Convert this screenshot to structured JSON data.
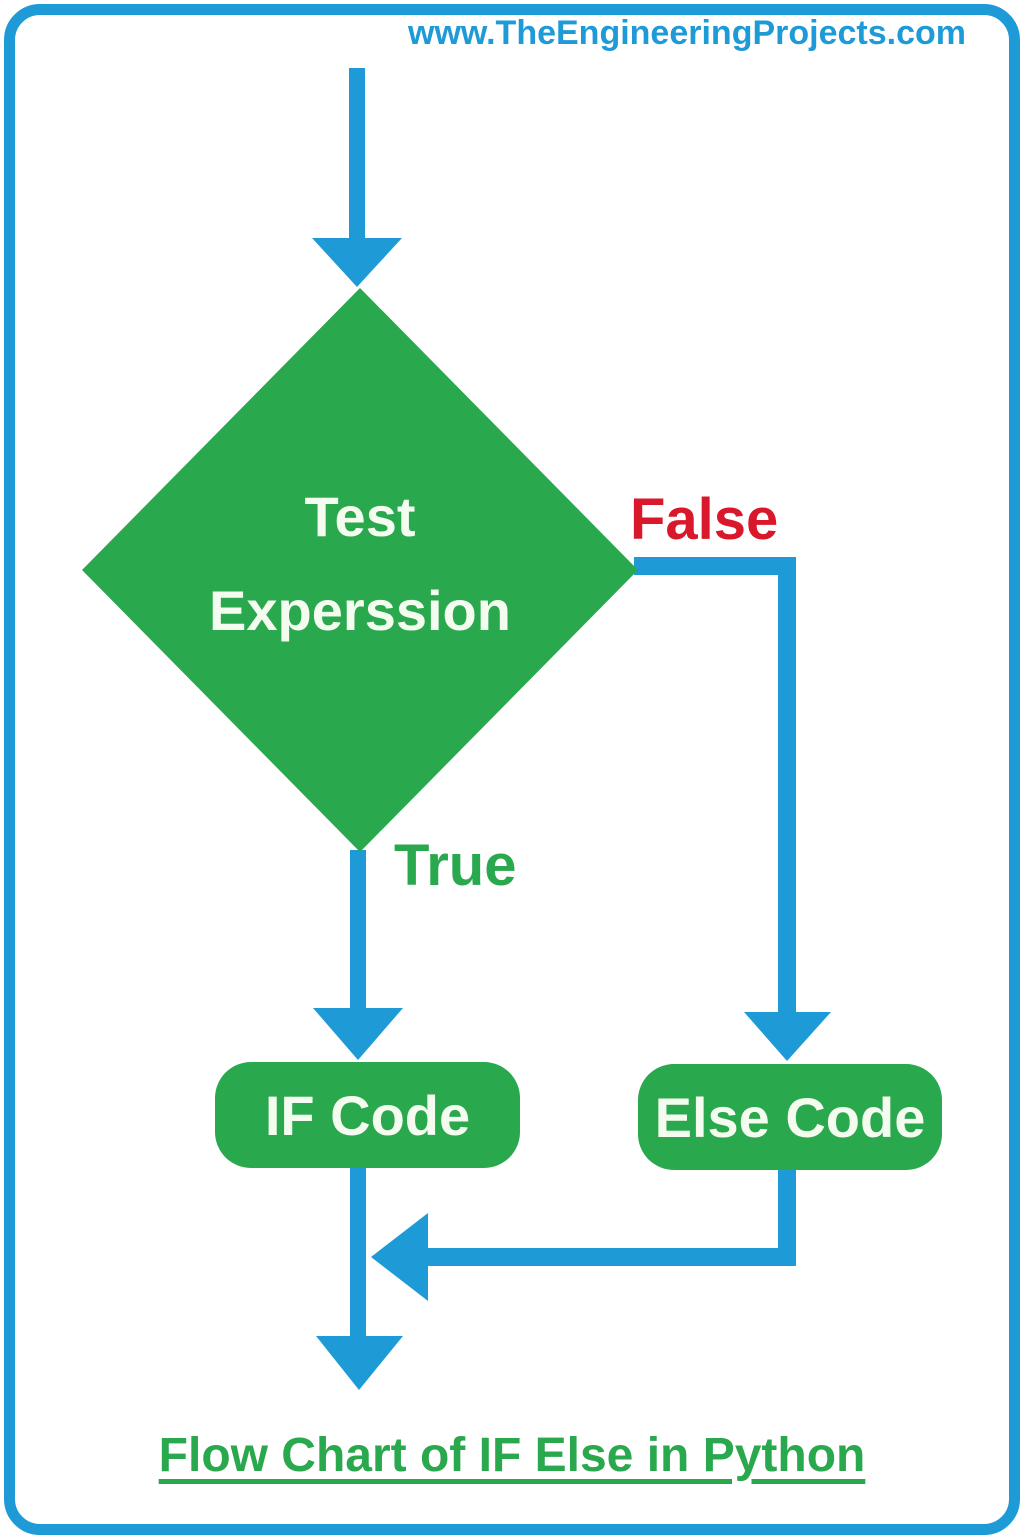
{
  "page": {
    "watermark": "www.TheEngineeringProjects.com",
    "caption": "Flow Chart of IF Else in Python"
  },
  "flowchart": {
    "decision": {
      "line1": "Test",
      "line2": "Experssion"
    },
    "branches": {
      "false_label": "False",
      "true_label": "True"
    },
    "boxes": {
      "if_code": "IF Code",
      "else_code": "Else Code"
    }
  },
  "colors": {
    "c-blue": "#1e9bd7",
    "c-green": "#2aa84d",
    "c-red": "#d9182b",
    "c-offwhite": "#f4fbef"
  }
}
